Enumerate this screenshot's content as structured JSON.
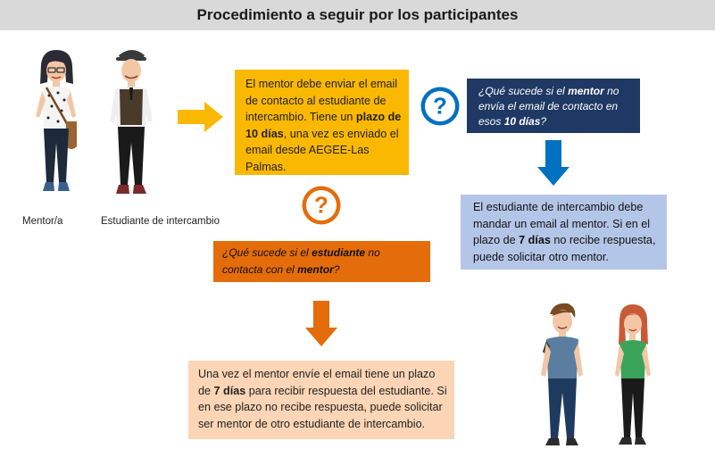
{
  "title": "Procedimiento a seguir por los participantes",
  "figures": {
    "mentor_caption": "Mentor/a",
    "student_caption": "Estudiante de intercambio"
  },
  "mentor_box": {
    "pre": "El mentor debe enviar el email de contacto al estudiante de intercambio. Tiene un ",
    "bold": "plazo de 10 días",
    "post": ", una vez es enviado el email desde AEGEE-Las Palmas."
  },
  "mentor_question": {
    "pre": "¿Qué sucede si el ",
    "bold1": "mentor",
    "mid": " no envía el email de contacto en esos ",
    "bold2": "10 días",
    "post": "?"
  },
  "student_email_box": {
    "pre": "El estudiante de intercambio debe mandar un email al mentor. Si en el plazo de ",
    "bold": "7 días",
    "post": " no recibe respuesta, puede solicitar otro mentor."
  },
  "student_question": {
    "pre": "¿Qué sucede si el ",
    "bold1": "estudiante",
    "mid": " no contacta con el ",
    "bold2": "mentor",
    "post": "?"
  },
  "final_box": {
    "pre": "Una vez el mentor envíe el email tiene un plazo de ",
    "bold": "7 días",
    "post": " para recibir respuesta del estudiante. Si en ese plazo no recibe respuesta, puede solicitar ser mentor de otro estudiante de intercambio."
  },
  "colors": {
    "yellow_box": "#fbb800",
    "navy_box": "#1f3864",
    "light_blue_box": "#b4c6e7",
    "orange_box": "#e46c0a",
    "peach_box": "#fbd5b5",
    "blue_icon": "#0070c0",
    "orange_icon": "#e46c0a",
    "arrow_yellow": "#fbb800"
  },
  "icons": [
    "question-icon",
    "arrow-right-icon",
    "arrow-down-icon"
  ]
}
